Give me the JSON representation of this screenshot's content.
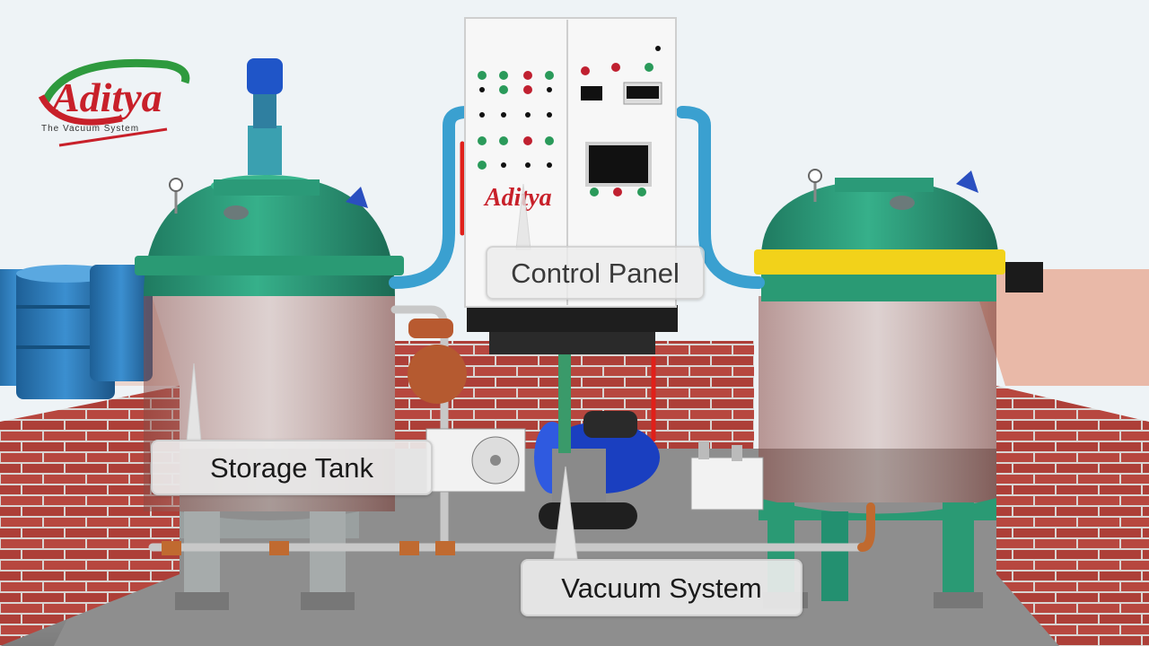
{
  "logo": {
    "brand": "Aditya",
    "tagline": "The Vacuum System",
    "brand_color": "#c8202a",
    "swoosh_color": "#2e9a3e"
  },
  "panel_logo": {
    "brand": "Aditya"
  },
  "labels": {
    "control_panel": "Control Panel",
    "storage_tank": "Storage Tank",
    "vacuum_system": "Vacuum System"
  },
  "colors": {
    "sky": "#eef3f6",
    "tank_green": "#2e9a7a",
    "brick": "#b8443e",
    "pipe_blue": "#3aa0d0",
    "drum_blue": "#2a78b8",
    "pump_blue": "#1a3fc0",
    "yellow_band": "#f2d21a",
    "floor": "#9a9a9a"
  }
}
